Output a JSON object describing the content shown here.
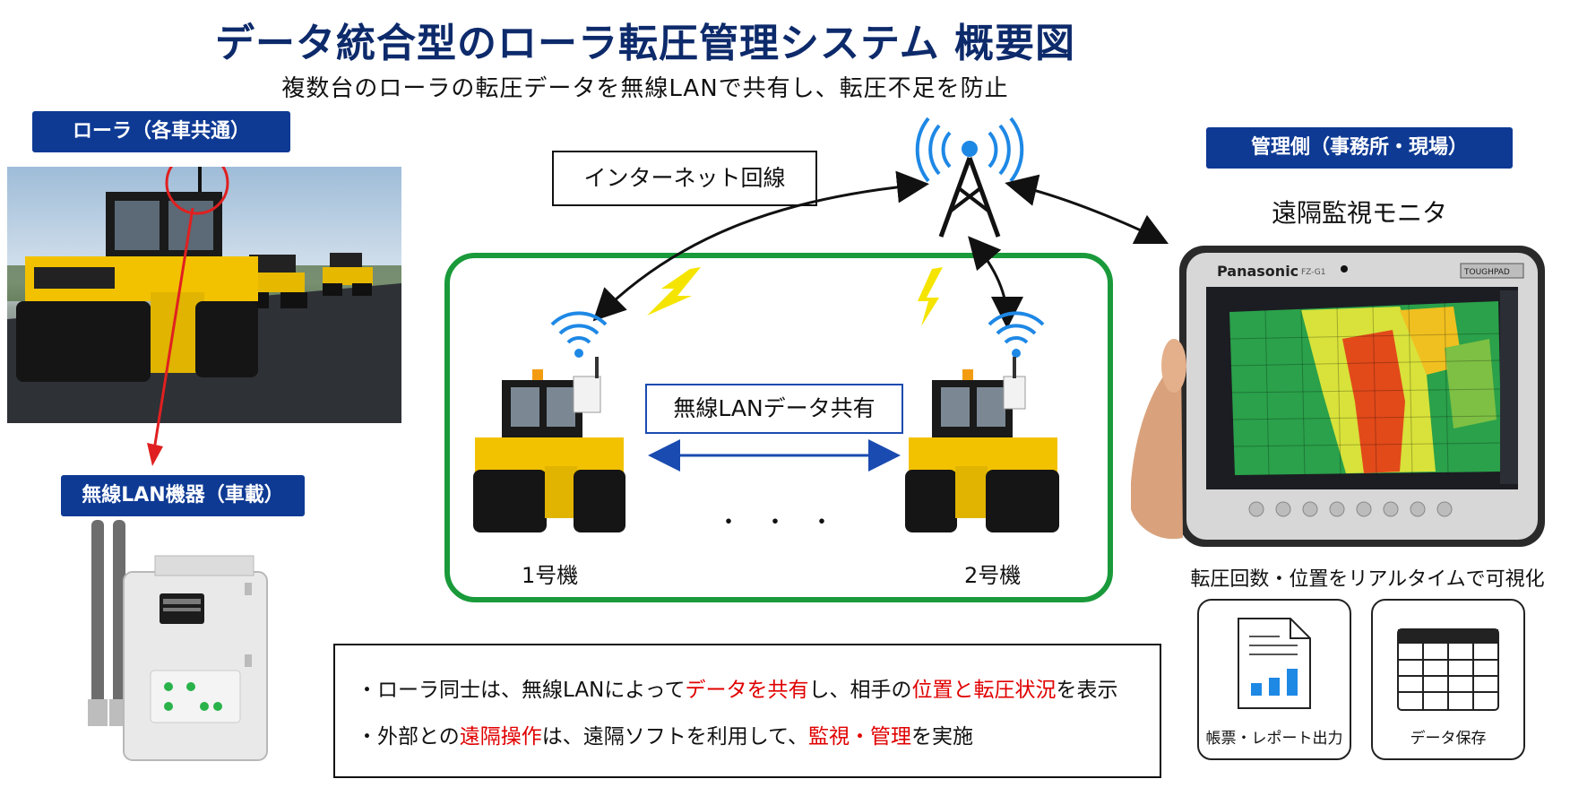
{
  "header": {
    "title": "データ統合型のローラ転圧管理システム 概要図",
    "subtitle": "複数台のローラの転圧データを無線LANで共有し、転圧不足を防止"
  },
  "left": {
    "roller_tag": "ローラ（各車共通）",
    "device_tag": "無線LAN機器（車載）"
  },
  "center": {
    "internet_label": "インターネット回線",
    "share_label": "無線LANデータ共有",
    "unit1": "1号機",
    "unit2": "2号機",
    "ellipsis": "・　・　・"
  },
  "right": {
    "tag": "管理側（事務所・現場）",
    "monitor_title": "遠隔監視モニタ",
    "tablet_brand": "Panasonic",
    "tablet_model": "FZ-G1",
    "tablet_badge": "TOUGHPAD",
    "caption": "転圧回数・位置をリアルタイムで可視化",
    "cards": [
      {
        "label": "帳票・レポート出力",
        "icon": "report-icon"
      },
      {
        "label": "データ保存",
        "icon": "table-icon"
      }
    ]
  },
  "notes": {
    "line1": {
      "a": "・ローラ同士は、無線LANによって",
      "b": "データを共有",
      "c": "し、相手の",
      "d": "位置と転圧状況",
      "e": "を表示"
    },
    "line2": {
      "a": "・外部との",
      "b": "遠隔操作",
      "c": "は、遠隔ソフトを利用して、",
      "d": "監視・管理",
      "e": "を実施"
    }
  },
  "colors": {
    "navy": "#0e3a94",
    "title": "#0d2a6b",
    "green_frame": "#1a9a3a",
    "red_highlight": "#e00000",
    "wifi_blue": "#1e88e5",
    "bolt_yellow": "#f5e400"
  }
}
